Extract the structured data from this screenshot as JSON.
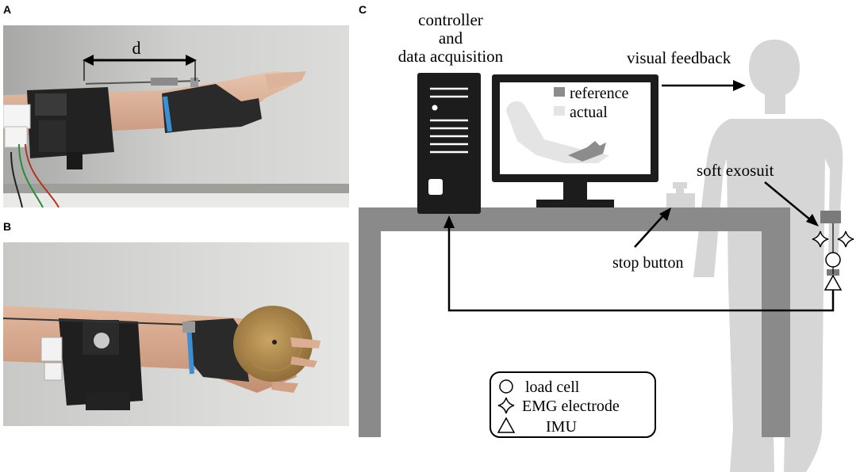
{
  "panels": {
    "a": "A",
    "b": "B",
    "c": "C"
  },
  "photo_a": {
    "distance_label": "d"
  },
  "diagram": {
    "computer_label_line1": "controller",
    "computer_label_line2": "and",
    "computer_label_line3": "data acquisition",
    "visual_feedback": "visual feedback",
    "legend_reference": "reference",
    "legend_actual": "actual",
    "soft_exosuit": "soft exosuit",
    "stop_button": "stop button"
  },
  "sensor_legend": {
    "load_cell": "load cell",
    "emg_electrode": "EMG electrode",
    "imu": "IMU"
  },
  "colors": {
    "dark": "#1c1c1c",
    "table": "#8a8a8a",
    "human": "#d6d6d6",
    "reference": "#8c8c8c",
    "actual": "#e4e4e4",
    "exosuit_band": "#7a7a7a"
  }
}
